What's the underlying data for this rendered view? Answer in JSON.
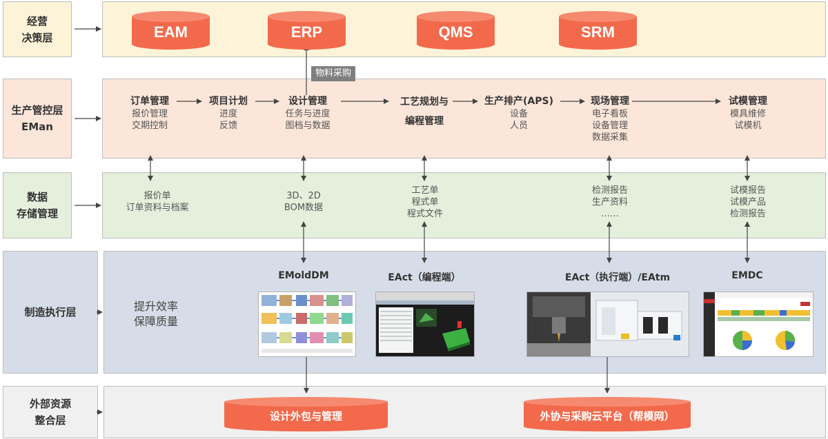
{
  "layers": {
    "decision": {
      "label_1": "经营",
      "label_2": "决策层"
    },
    "production": {
      "label_1": "生产管控层",
      "label_2": "EMan"
    },
    "data": {
      "label_1": "数据",
      "label_2": "存储管理"
    },
    "execution": {
      "label": "制造执行层"
    },
    "external": {
      "label_1": "外部资源",
      "label_2": "整合层"
    }
  },
  "decision_systems": [
    "EAM",
    "ERP",
    "QMS",
    "SRM"
  ],
  "material_tag": "物料采购",
  "process": [
    {
      "title": "订单管理",
      "lines": [
        "报价管理",
        "交期控制"
      ]
    },
    {
      "title": "项目计划",
      "lines": [
        "进度",
        "反馈"
      ]
    },
    {
      "title": "设计管理",
      "lines": [
        "任务与进度",
        "图档与数据"
      ]
    },
    {
      "title_1": "工艺规划与",
      "title_2": "编程管理"
    },
    {
      "title": "生产排产(APS)",
      "lines": [
        "设备",
        "人员"
      ]
    },
    {
      "title": "现场管理",
      "lines": [
        "电子看板",
        "设备管理",
        "数据采集"
      ]
    },
    {
      "title": "试模管理",
      "lines": [
        "模具维修",
        "试模机"
      ]
    }
  ],
  "data_stores": [
    {
      "lines": [
        "报价单",
        "订单资料与档案"
      ]
    },
    {
      "lines": [
        "3D、2D",
        "BOM数据"
      ]
    },
    {
      "lines": [
        "工艺单",
        "程式单",
        "程式文件"
      ]
    },
    {
      "lines": [
        "检测报告",
        "生产资料",
        "……"
      ]
    },
    {
      "lines": [
        "试模报告",
        "试模产品",
        "检测报告"
      ]
    }
  ],
  "execution": {
    "goal_1": "提升效率",
    "goal_2": "保障质量",
    "systems": [
      "EMoldDM",
      "EAct（编程端）",
      "EAct（执行端）/EAtm",
      "EMDC"
    ]
  },
  "external_platforms": [
    "设计外包与管理",
    "外协与采购云平台（帮模网）"
  ],
  "colors": {
    "decision_bg": "#fdf3d8",
    "production_bg": "#fce6da",
    "data_bg": "#e5f0dc",
    "execution_bg": "#d7dde8",
    "external_bg": "#f0f0f0",
    "cylinder": "#f26a4b",
    "cylinder_top": "#f58a6f"
  }
}
